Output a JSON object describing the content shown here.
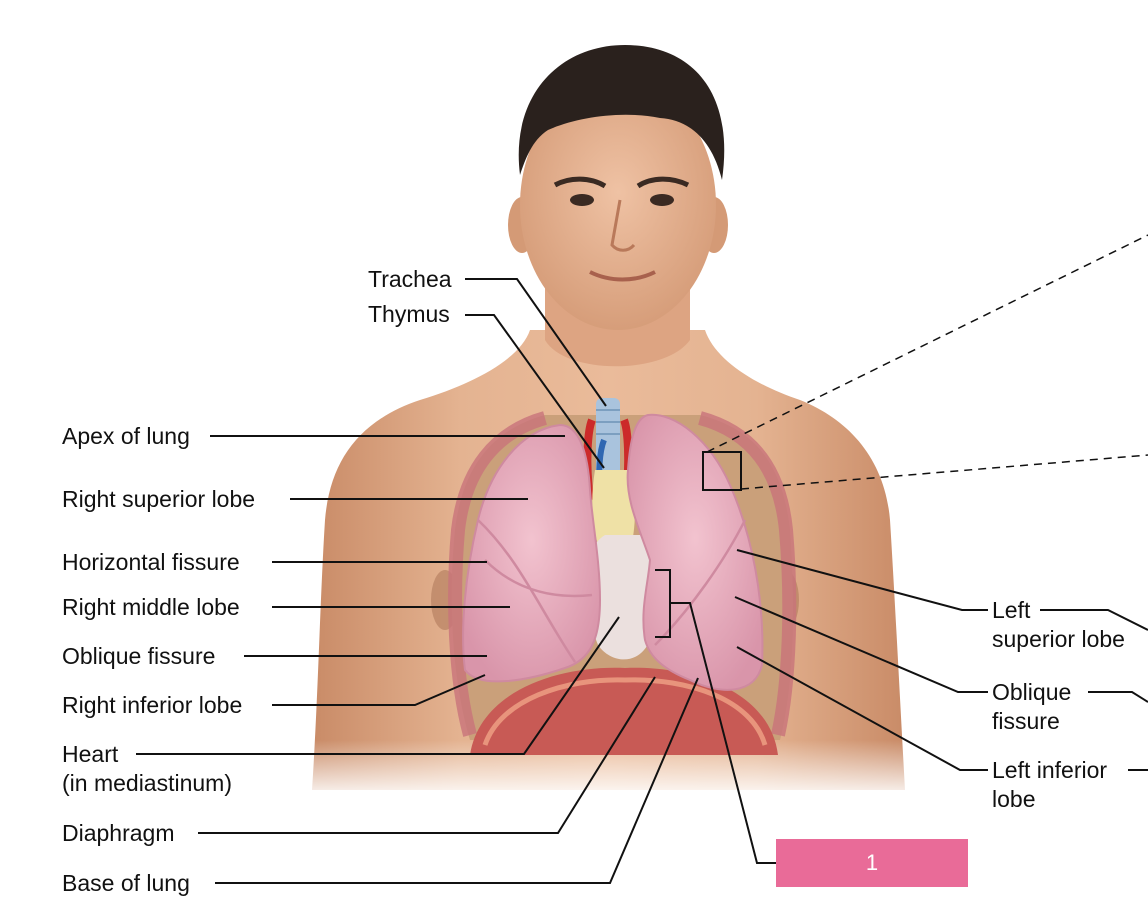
{
  "labels": {
    "trachea": "Trachea",
    "thymus": "Thymus",
    "apex_of_lung": "Apex of lung",
    "right_superior_lobe": "Right superior lobe",
    "horizontal_fissure": "Horizontal fissure",
    "right_middle_lobe": "Right middle lobe",
    "oblique_fissure_right": "Oblique fissure",
    "right_inferior_lobe": "Right inferior lobe",
    "heart_line1": "Heart",
    "heart_line2": "(in mediastinum)",
    "diaphragm": "Diaphragm",
    "base_of_lung": "Base of lung",
    "left_superior_line1": "Left",
    "left_superior_line2": "superior lobe",
    "oblique_fissure_left_line1": "Oblique",
    "oblique_fissure_left_line2": "fissure",
    "left_inferior_line1": "Left inferior",
    "left_inferior_line2": "lobe"
  },
  "answer_box": {
    "text": "1",
    "color": "#e96b98"
  },
  "colors": {
    "skin": "#e2ae8c",
    "skin_shadow": "#c98b67",
    "lung": "#ecb5c4",
    "lung_edge": "#cf8aa0",
    "hair": "#2a211d",
    "diaphragm": "#c85a55",
    "leader_line": "#111111"
  }
}
